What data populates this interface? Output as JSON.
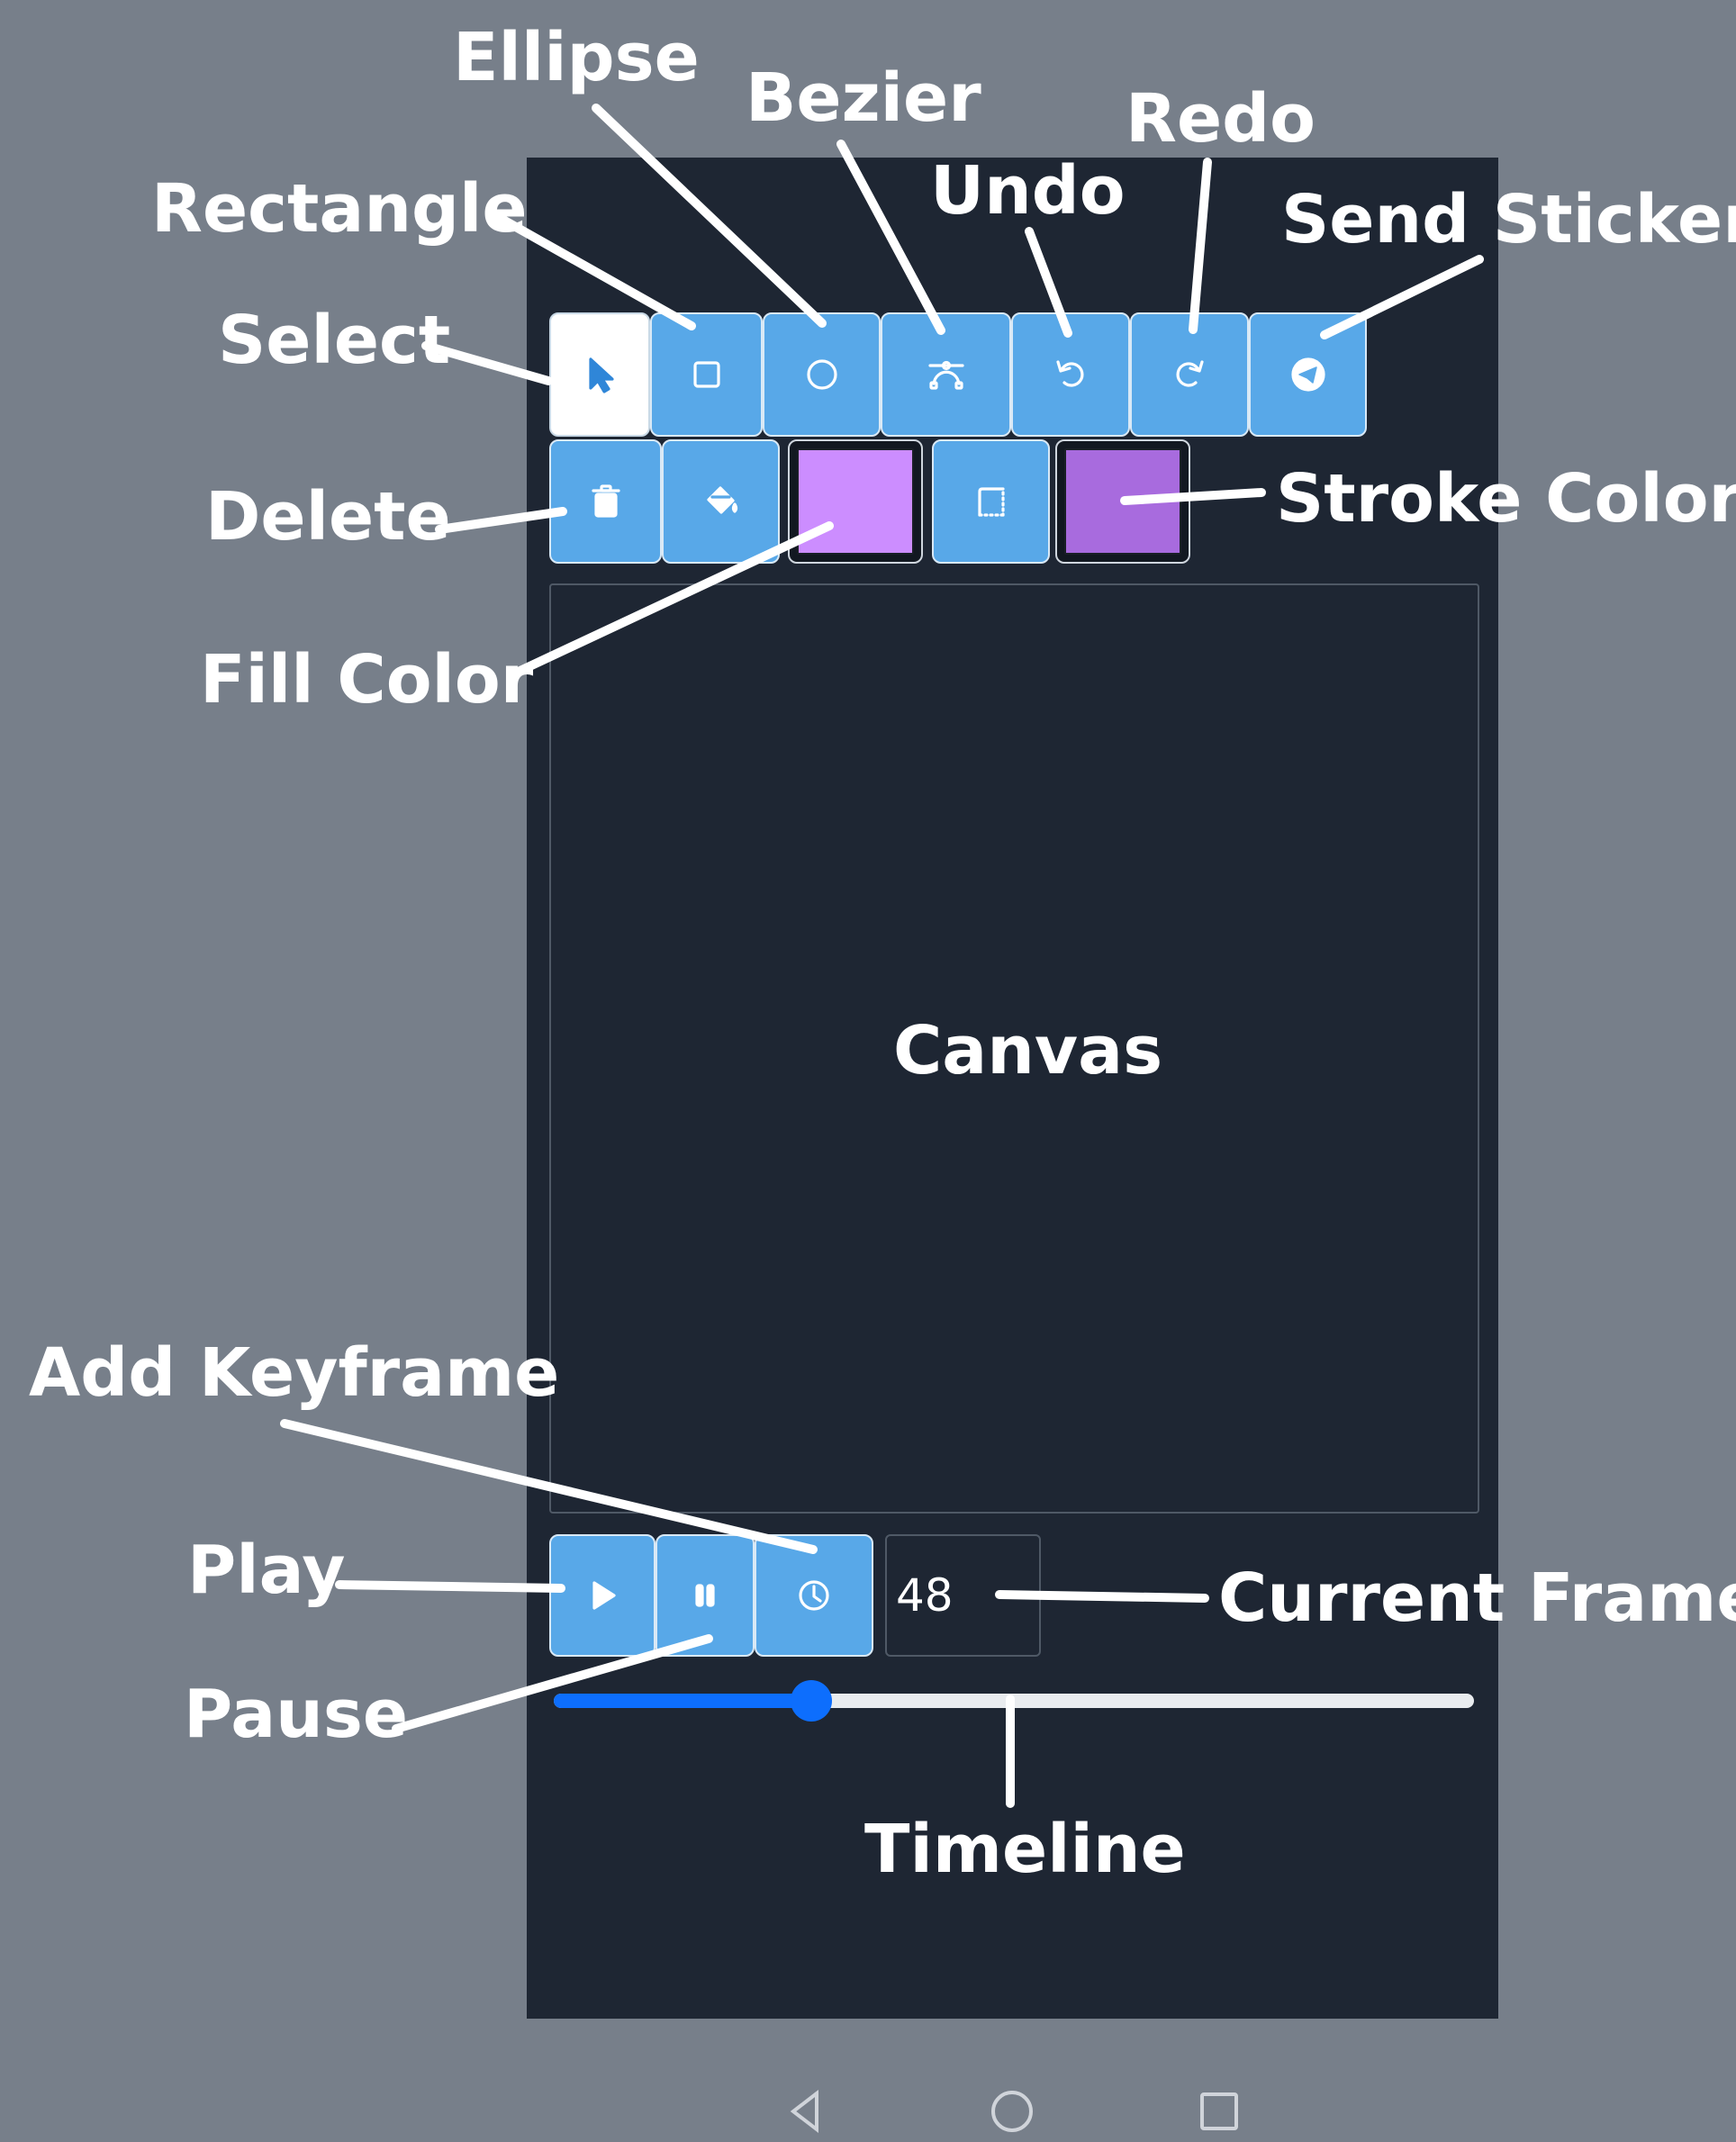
{
  "toolbar_row1": {
    "select": "Select",
    "rectangle": "Rectangle",
    "ellipse": "Ellipse",
    "bezier": "Bezier",
    "undo": "Undo",
    "redo": "Redo",
    "send_sticker": "Send Sticker",
    "active_tool": "select"
  },
  "toolbar_row2": {
    "delete": "Delete",
    "fill_color_label": "Fill Color",
    "fill_color_value": "#cc8dff",
    "stroke_color_label": "Stroke Color",
    "stroke_color_value": "#a86bde"
  },
  "canvas": {
    "label": "Canvas"
  },
  "playback": {
    "play": "Play",
    "pause": "Pause",
    "add_keyframe": "Add Keyframe",
    "current_frame_label": "Current Frame",
    "current_frame": "48"
  },
  "timeline": {
    "label": "Timeline",
    "progress": 0.28
  },
  "icons": {
    "select": "pointer-arrow-icon",
    "rectangle": "square-icon",
    "ellipse": "circle-icon",
    "bezier": "bezier-curve-icon",
    "undo": "undo-icon",
    "redo": "redo-icon",
    "send_sticker": "telegram-send-icon",
    "delete": "trash-icon",
    "fill": "paint-bucket-icon",
    "stroke": "border-style-icon",
    "play": "play-icon",
    "pause": "pause-icon",
    "keyframe": "clock-icon"
  },
  "colors": {
    "app_background": "#1e2633",
    "button_blue": "#58a8e8",
    "timeline_accent": "#0d6efd",
    "page_background": "#777f8a"
  }
}
